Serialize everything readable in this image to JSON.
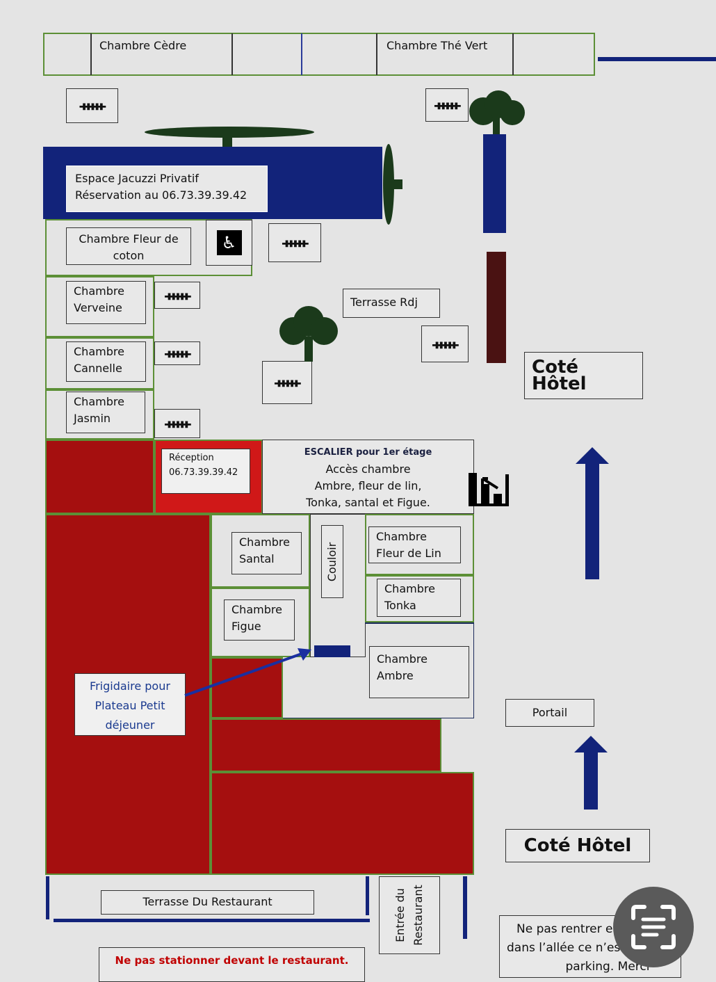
{
  "rooms": {
    "cedre": "Chambre Cèdre",
    "the_vert": "Chambre Thé Vert",
    "fleur_coton": "Chambre Fleur de coton",
    "verveine_1": "Chambre",
    "verveine_2": "Verveine",
    "cannelle_1": "Chambre",
    "cannelle_2": "Cannelle",
    "jasmin_1": "Chambre",
    "jasmin_2": "Jasmin",
    "santal_1": "Chambre",
    "santal_2": "Santal",
    "figue_1": "Chambre",
    "figue_2": "Figue",
    "fleur_lin_1": "Chambre",
    "fleur_lin_2": "Fleur de Lin",
    "tonka_1": "Chambre",
    "tonka_2": "Tonka",
    "ambre_1": "Chambre",
    "ambre_2": "Ambre"
  },
  "jacuzzi": {
    "line1": "Espace Jacuzzi Privatif",
    "line2": "Réservation au 06.73.39.39.42"
  },
  "terrasse_rdj": "Terrasse Rdj",
  "cote_hotel": "Coté Hôtel",
  "reception": {
    "label": "Réception",
    "phone": "06.73.39.39.42"
  },
  "escalier": {
    "title": "ESCALIER pour 1er étage",
    "line1": "Accès chambre",
    "line2": "Ambre, fleur de lin,",
    "line3": "Tonka, santal et Figue."
  },
  "couloir": "Couloir",
  "frigidaire": {
    "line1": "Frigidaire pour",
    "line2": "Plateau Petit",
    "line3": "déjeuner"
  },
  "portail": "Portail",
  "terrasse_restaurant": "Terrasse Du Restaurant",
  "entree_restaurant": {
    "line1": "Entrée du",
    "line2": "Restaurant"
  },
  "warning_parking": "Ne pas stationner devant le restaurant.",
  "notice": {
    "line1": "Ne pas rentrer e",
    "line2": "dans l’allée ce n’es",
    "line3": "parking. Merci"
  },
  "table_glyph": "ᚔ",
  "colors": {
    "red": "#a50f0f",
    "reception_red": "#d01818",
    "navy": "#12237a",
    "green_border": "#5c8f36",
    "tree": "#1b3a1b",
    "frigidaire_text": "#1a3a8f",
    "warning_text": "#c00000"
  }
}
